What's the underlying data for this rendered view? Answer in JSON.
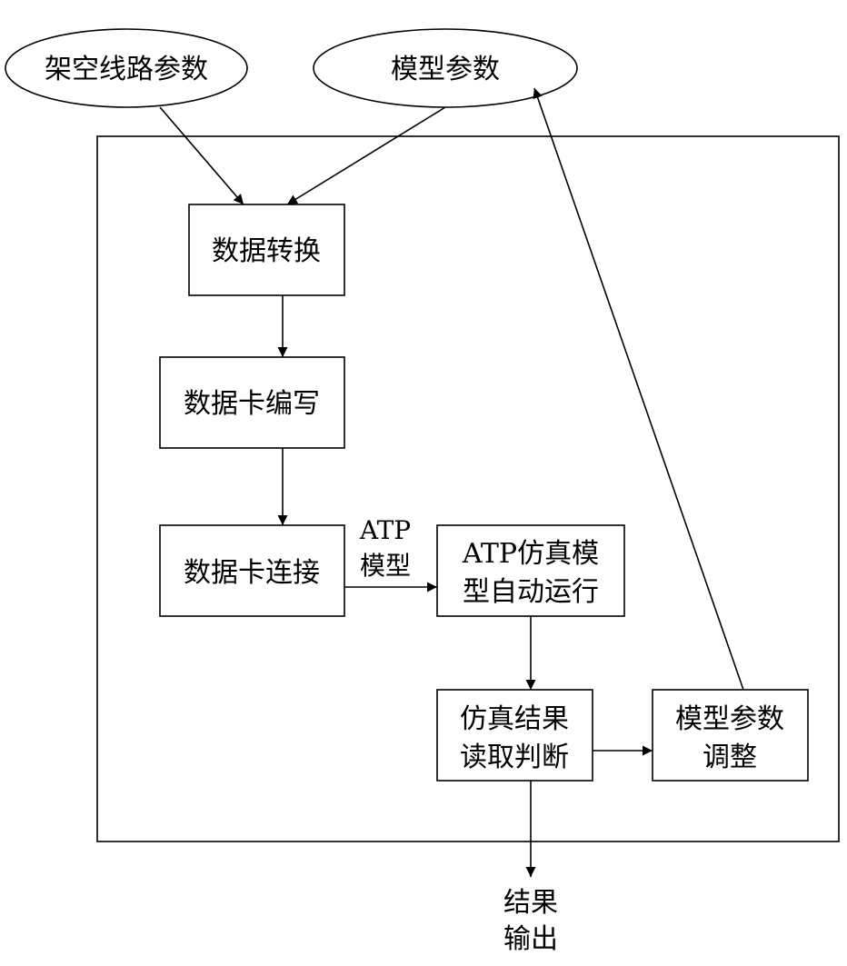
{
  "inputs": {
    "line_params": "架空线路参数",
    "model_params": "模型参数"
  },
  "steps": {
    "data_convert": "数据转换",
    "card_write": "数据卡编写",
    "card_connect": "数据卡连接",
    "atp_run": [
      "ATP仿真模",
      "型自动运行"
    ],
    "result_read": [
      "仿真结果",
      "读取判断"
    ],
    "param_adjust": [
      "模型参数",
      "调整"
    ]
  },
  "edge_labels": {
    "atp_model": [
      "ATP",
      "模型"
    ]
  },
  "output": {
    "result": [
      "结果",
      "输出"
    ]
  }
}
